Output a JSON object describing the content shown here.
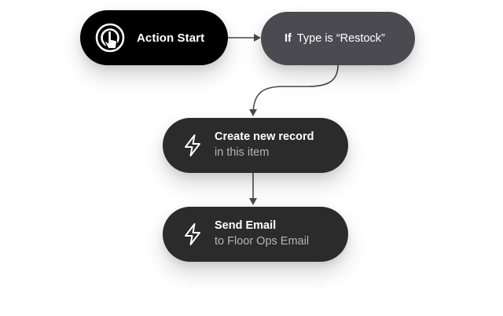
{
  "flow": {
    "start": {
      "label": "Action Start",
      "icon": "tap-icon"
    },
    "condition": {
      "keyword": "If",
      "text": "Type is “Restock”"
    },
    "steps": [
      {
        "title": "Create new record",
        "subtitle": "in this item",
        "icon": "lightning-bolt-icon"
      },
      {
        "title": "Send Email",
        "subtitle": "to Floor Ops Email",
        "icon": "lightning-bolt-icon"
      }
    ]
  },
  "colors": {
    "start_node": "#000000",
    "condition_node": "#4b4a50",
    "action_node": "#2b2b2b",
    "connector": "#4a4a4a",
    "subtitle_text": "#b5b5b5"
  }
}
